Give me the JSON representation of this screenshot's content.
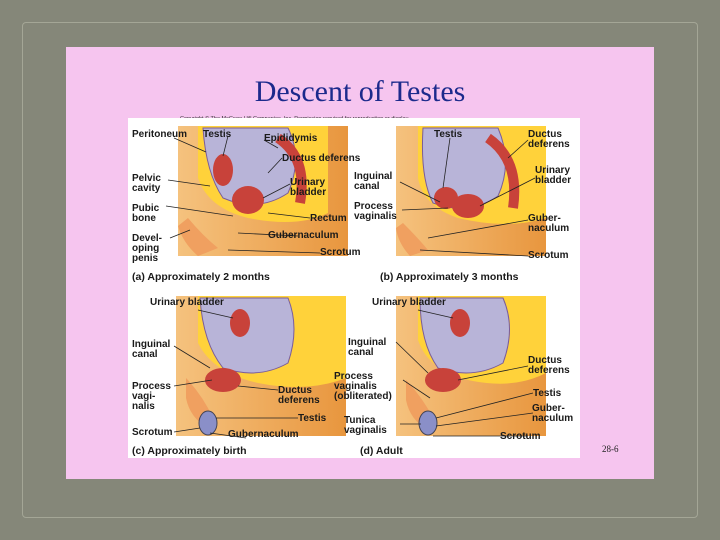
{
  "slide": {
    "title": "Descent of Testes",
    "page_number": "28-6",
    "copyright": "Copyright © The McGraw-Hill Companies, Inc. Permission required for reproduction or display."
  },
  "panels": {
    "a": {
      "caption": "(a)  Approximately 2 months",
      "labels": [
        "Peritoneum",
        "Testis",
        "Epididymis",
        "Ductus deferens",
        "Pelvic\ncavity",
        "Urinary\nbladder",
        "Pubic\nbone",
        "Rectum",
        "Devel-\noping\npenis",
        "Gubernaculum",
        "Scrotum"
      ]
    },
    "b": {
      "caption": "(b)  Approximately 3 months",
      "labels": [
        "Testis",
        "Ductus\ndeferens",
        "Urinary\nbladder",
        "Inguinal\ncanal",
        "Process\nvaginalis",
        "Guber-\nnaculum",
        "Scrotum"
      ]
    },
    "c": {
      "caption": "(c)  Approximately birth",
      "labels": [
        "Urinary bladder",
        "Inguinal\ncanal",
        "Process\nvagi-\nnalis",
        "Ductus\ndeferens",
        "Testis",
        "Scrotum",
        "Gubernaculum"
      ]
    },
    "d": {
      "caption": "(d)  Adult",
      "labels": [
        "Urinary bladder",
        "Inguinal\ncanal",
        "Ductus\ndeferens",
        "Process\nvaginalis\n(obliterated)",
        "Testis",
        "Guber-\nnaculum",
        "Tunica\nvaginalis",
        "Scrotum"
      ]
    }
  },
  "colors": {
    "background": "#858779",
    "slide": "#f6c5ef",
    "title": "#1c2a8c",
    "skin": "#f2b36b",
    "yellow": "#ffd23a",
    "peritoneum": "#b8b4d8",
    "organ": "#c8423a"
  }
}
